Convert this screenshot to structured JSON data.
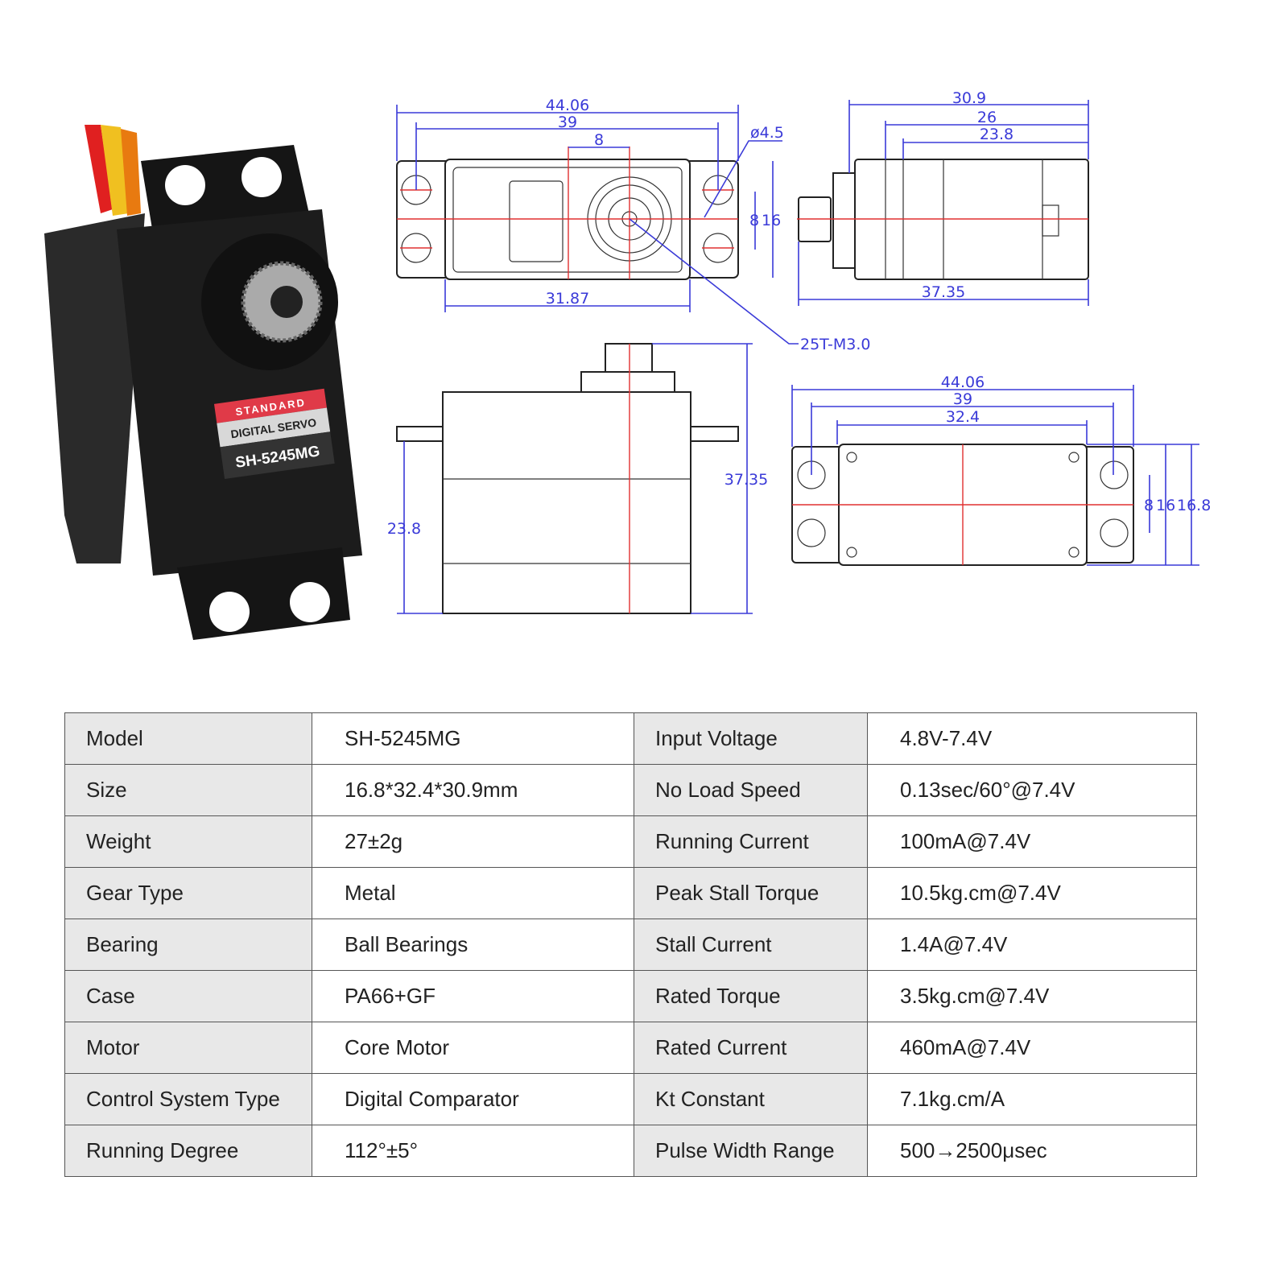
{
  "photo": {
    "label_top": "STANDARD",
    "label_mid": "DIGITAL SERVO",
    "label_model": "SH-5245MG"
  },
  "drawing": {
    "top_view": {
      "overall": "44.06",
      "hole_span": "39",
      "shaft_offset": "8",
      "body_width": "31.87",
      "hole_dia": "ø4.5",
      "v_hole_span": "8",
      "v_overall": "16",
      "spline": "25T-M3.0"
    },
    "side_view": {
      "d1": "30.9",
      "d2": "26",
      "d3": "23.8",
      "length": "37.35"
    },
    "front_view": {
      "height": "37.35",
      "flange_height": "23.8"
    },
    "bottom_view": {
      "overall": "44.06",
      "hole_span": "39",
      "body": "32.4",
      "v1": "8",
      "v2": "16",
      "v3": "16.8"
    }
  },
  "specs": [
    {
      "l1": "Model",
      "v1": "SH-5245MG",
      "l2": "Input Voltage",
      "v2": "4.8V-7.4V"
    },
    {
      "l1": "Size",
      "v1": "16.8*32.4*30.9mm",
      "l2": "No Load Speed",
      "v2": "0.13sec/60°@7.4V"
    },
    {
      "l1": "Weight",
      "v1": "27±2g",
      "l2": "Running Current",
      "v2": "100mA@7.4V"
    },
    {
      "l1": "Gear Type",
      "v1": "Metal",
      "l2": "Peak Stall Torque",
      "v2": "10.5kg.cm@7.4V"
    },
    {
      "l1": "Bearing",
      "v1": "Ball Bearings",
      "l2": "Stall Current",
      "v2": "1.4A@7.4V"
    },
    {
      "l1": "Case",
      "v1": "PA66+GF",
      "l2": "Rated Torque",
      "v2": "3.5kg.cm@7.4V"
    },
    {
      "l1": "Motor",
      "v1": "Core Motor",
      "l2": "Rated Current",
      "v2": "460mA@7.4V"
    },
    {
      "l1": "Control System Type",
      "v1": "Digital Comparator",
      "l2": "Kt Constant",
      "v2": "7.1kg.cm/A"
    },
    {
      "l1": "Running Degree",
      "v1": "112°±5°",
      "l2": "Pulse Width Range",
      "v2": "500→2500μsec"
    }
  ]
}
